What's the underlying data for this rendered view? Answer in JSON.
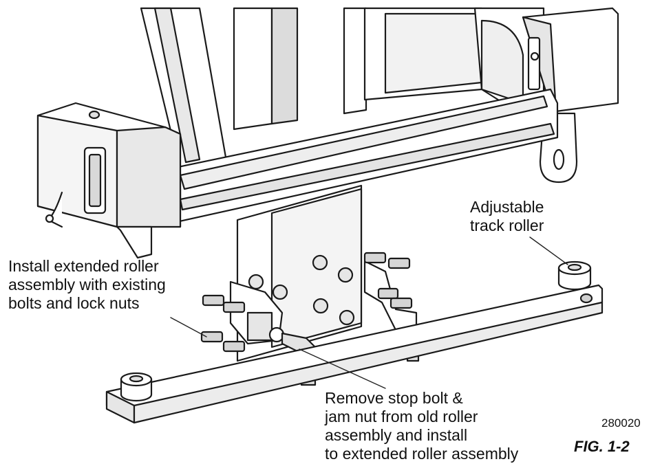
{
  "callouts": {
    "adjustable": [
      "Adjustable",
      "track roller"
    ],
    "install": [
      "Install extended roller",
      "assembly with existing",
      "bolts and lock nuts"
    ],
    "remove": [
      "Remove stop bolt &",
      "jam nut from old roller",
      "assembly and install",
      "to extended roller assembly"
    ]
  },
  "drawing_number": "280020",
  "figure_label": "FIG. 1-2"
}
